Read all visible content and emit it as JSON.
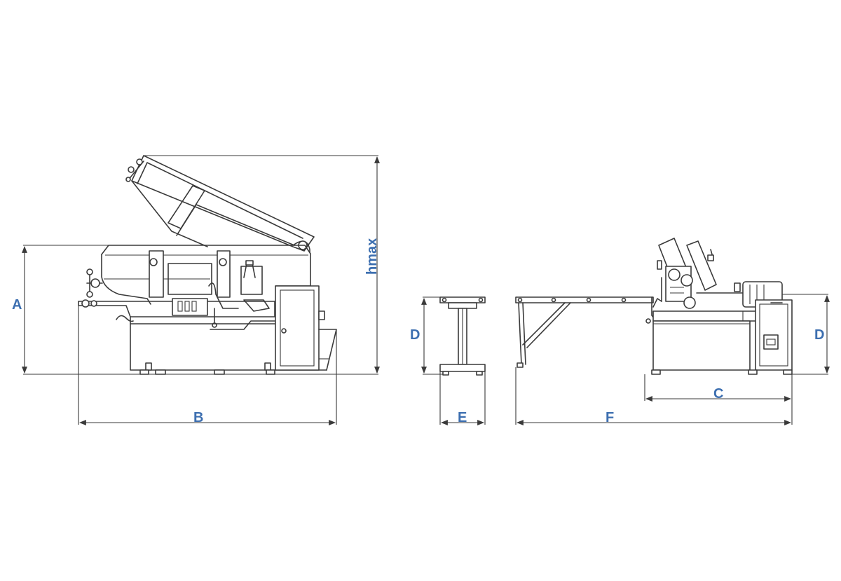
{
  "labels": {
    "A": "A",
    "B": "B",
    "hmax": "hmax",
    "D_left": "D",
    "E": "E",
    "F": "F",
    "C": "C",
    "D_right": "D"
  },
  "colors": {
    "line": "#3a3a3a",
    "label": "#3d6fb0",
    "background": "#ffffff"
  }
}
